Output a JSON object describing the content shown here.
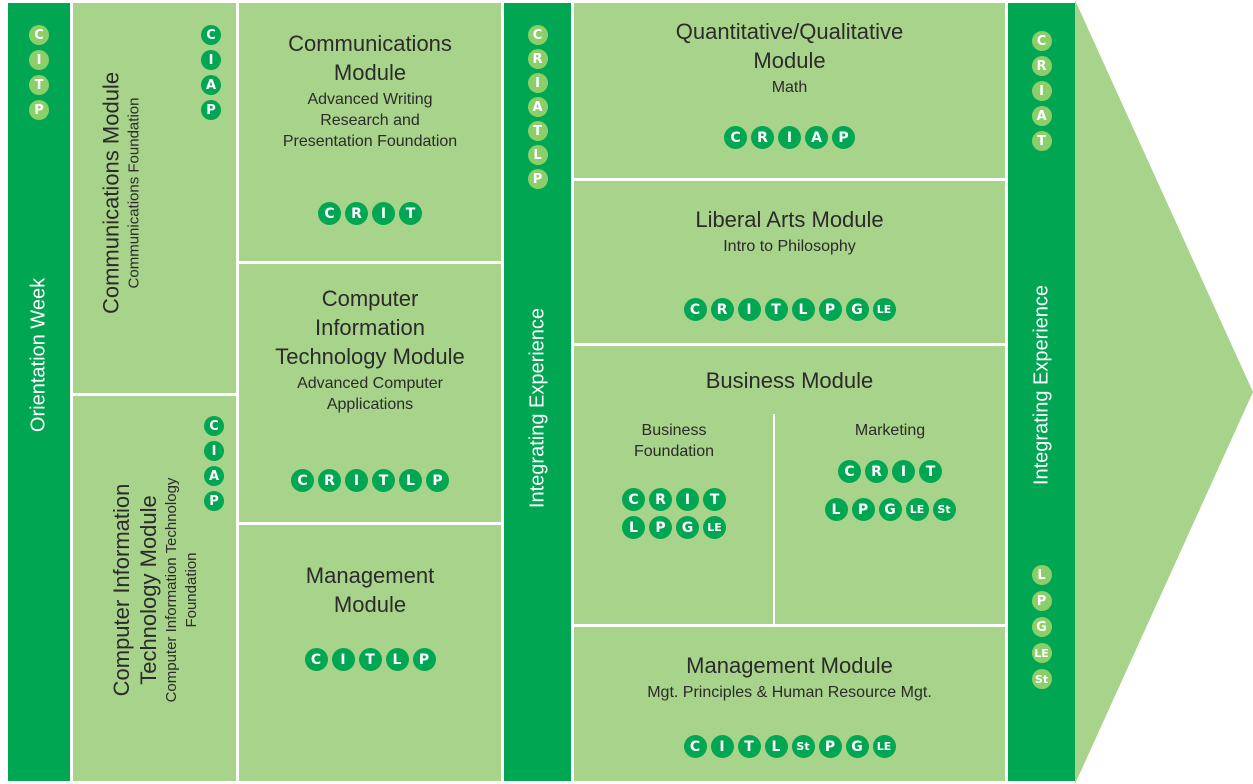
{
  "bands": {
    "orientation": {
      "label": "Orientation Week",
      "letters": [
        "C",
        "I",
        "T",
        "P"
      ]
    },
    "integrating_left": {
      "label": "Integrating Experience",
      "letters": [
        "C",
        "R",
        "I",
        "A",
        "T",
        "L",
        "P"
      ]
    },
    "integrating_right": {
      "label": "Integrating Experience",
      "letters_top": [
        "C",
        "R",
        "I",
        "A",
        "T"
      ],
      "letters_bottom": [
        "L",
        "P",
        "G",
        "LE",
        "St"
      ]
    }
  },
  "col2": {
    "communications": {
      "title": "Communications Module",
      "subtitle": "Communications Foundation",
      "letters": [
        "C",
        "I",
        "A",
        "P"
      ]
    },
    "cit": {
      "title_line1": "Computer Information",
      "title_line2": "Technology Module",
      "subtitle_line1": "Computer Information Technology",
      "subtitle_line2": "Foundation",
      "letters": [
        "C",
        "I",
        "A",
        "P"
      ]
    }
  },
  "col3": {
    "communications": {
      "title_line1": "Communications",
      "title_line2": "Module",
      "sub_line1": "Advanced Writing",
      "sub_line2": "Research and",
      "sub_line3": "Presentation Foundation",
      "letters": [
        "C",
        "R",
        "I",
        "T"
      ]
    },
    "cit": {
      "title_line1": "Computer",
      "title_line2": "Information",
      "title_line3": "Technology Module",
      "sub_line1": "Advanced Computer",
      "sub_line2": "Applications",
      "letters": [
        "C",
        "R",
        "I",
        "T",
        "L",
        "P"
      ]
    },
    "management": {
      "title_line1": "Management",
      "title_line2": "Module",
      "letters": [
        "C",
        "I",
        "T",
        "L",
        "P"
      ]
    }
  },
  "col5": {
    "quant": {
      "title_line1": "Quantitative/Qualitative",
      "title_line2": "Module",
      "subtitle": "Math",
      "letters": [
        "C",
        "R",
        "I",
        "A",
        "P"
      ]
    },
    "liberal": {
      "title": "Liberal Arts Module",
      "subtitle": "Intro to Philosophy",
      "letters": [
        "C",
        "R",
        "I",
        "T",
        "L",
        "P",
        "G",
        "LE"
      ]
    },
    "business": {
      "title": "Business Module",
      "foundation": {
        "label_line1": "Business",
        "label_line2": "Foundation",
        "row1": [
          "C",
          "R",
          "I",
          "T"
        ],
        "row2": [
          "L",
          "P",
          "G",
          "LE"
        ]
      },
      "marketing": {
        "label": "Marketing",
        "row1": [
          "C",
          "R",
          "I",
          "T"
        ],
        "row2": [
          "L",
          "P",
          "G",
          "LE",
          "St"
        ]
      }
    },
    "management": {
      "title": "Management Module",
      "subtitle": "Mgt. Principles & Human Resource Mgt.",
      "letters": [
        "C",
        "I",
        "T",
        "L",
        "St",
        "P",
        "G",
        "LE"
      ]
    }
  },
  "colors": {
    "band": "#00a651",
    "cell": "#a7d38a",
    "badge_light": "#8ccf6a"
  }
}
